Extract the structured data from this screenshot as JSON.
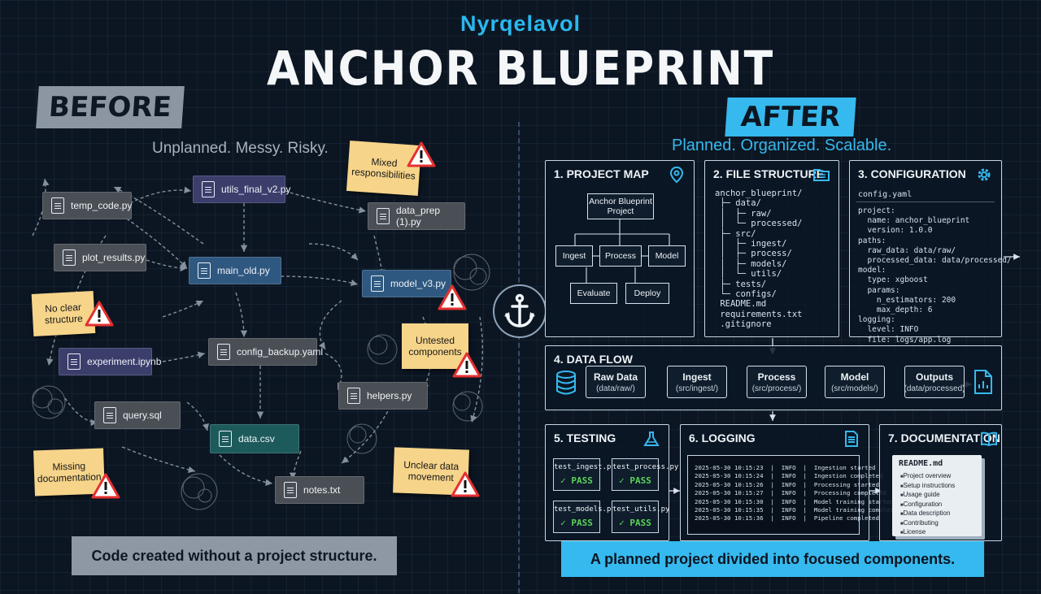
{
  "header": {
    "brand": "Nyrqelavol",
    "title": "ANCHOR BLUEPRINT"
  },
  "before": {
    "tag": "BEFORE",
    "subtitle": "Unplanned.  Messy.  Risky.",
    "files": {
      "temp_code": "temp_code.py",
      "utils_final": "utils_final_v2.py",
      "data_prep": "data_prep (1).py",
      "plot_results": "plot_results.py",
      "main_old": "main_old.py",
      "model_v3": "model_v3.py",
      "experiment": "experiment.ipynb",
      "config_backup": "config_backup.yaml",
      "helpers": "helpers.py",
      "query": "query.sql",
      "data_csv": "data.csv",
      "notes": "notes.txt"
    },
    "notes": {
      "mixed": "Mixed responsibilities",
      "no_structure": "No clear structure",
      "untested": "Untested components",
      "missing_docs": "Missing documentation",
      "unclear_data": "Unclear data movement"
    },
    "caption": "Code created without a project structure."
  },
  "after": {
    "tag": "AFTER",
    "subtitle": "Planned.  Organized.  Scalable.",
    "project_map": {
      "title": "1. PROJECT MAP",
      "root": "Anchor Blueprint Project",
      "ingest": "Ingest",
      "process": "Process",
      "model": "Model",
      "evaluate": "Evaluate",
      "deploy": "Deploy"
    },
    "file_structure": {
      "title": "2. FILE STRUCTURE",
      "tree": "anchor_blueprint/\n ├─ data/\n │  ├─ raw/\n │  └─ processed/\n ├─ src/\n │  ├─ ingest/\n │  ├─ process/\n │  ├─ models/\n │  └─ utils/\n ├─ tests/\n └─ configs/\n README.md\n requirements.txt\n .gitignore"
    },
    "configuration": {
      "title": "3. CONFIGURATION",
      "file": "config.yaml",
      "body": "project:\n  name: anchor_blueprint\n  version: 1.0.0\npaths:\n  raw_data: data/raw/\n  processed_data: data/processed/\nmodel:\n  type: xgboost\n  params:\n    n_estimators: 200\n    max_depth: 6\nlogging:\n  level: INFO\n  file: logs/app.log"
    },
    "data_flow": {
      "title": "4. DATA FLOW",
      "steps": [
        {
          "name": "Raw Data",
          "path": "(data/raw/)"
        },
        {
          "name": "Ingest",
          "path": "(src/ingest/)"
        },
        {
          "name": "Process",
          "path": "(src/process/)"
        },
        {
          "name": "Model",
          "path": "(src/models/)"
        },
        {
          "name": "Outputs",
          "path": "(data/processed)"
        }
      ]
    },
    "testing": {
      "title": "5. TESTING",
      "tests": [
        {
          "name": "test_ingest.py",
          "status": "✓ PASS"
        },
        {
          "name": "test_process.py",
          "status": "✓ PASS"
        },
        {
          "name": "test_models.py",
          "status": "✓ PASS"
        },
        {
          "name": "test_utils.py",
          "status": "✓ PASS"
        }
      ]
    },
    "logging": {
      "title": "6. LOGGING",
      "lines": "2025-05-30 10:15:23  |  INFO  |  Ingestion started\n2025-05-30 10:15:24  |  INFO  |  Ingestion completed\n2025-05-30 10:15:26  |  INFO  |  Processing started\n2025-05-30 10:15:27  |  INFO  |  Processing completed\n2025-05-30 10:15:30  |  INFO  |  Model training started\n2025-05-30 10:15:35  |  INFO  |  Model training completed\n2025-05-30 10:15:36  |  INFO  |  Pipeline completed"
    },
    "documentation": {
      "title": "7. DOCUMENTATION",
      "file": "README.md",
      "items": [
        "Project overview",
        "Setup instructions",
        "Usage guide",
        "Configuration",
        "Data description",
        "Contributing",
        "License"
      ]
    },
    "caption": "A planned project divided into focused components."
  },
  "colors": {
    "accent": "#36b9ee",
    "note": "#f6d48a",
    "warn": "#e53030",
    "pass": "#5ad45a"
  }
}
